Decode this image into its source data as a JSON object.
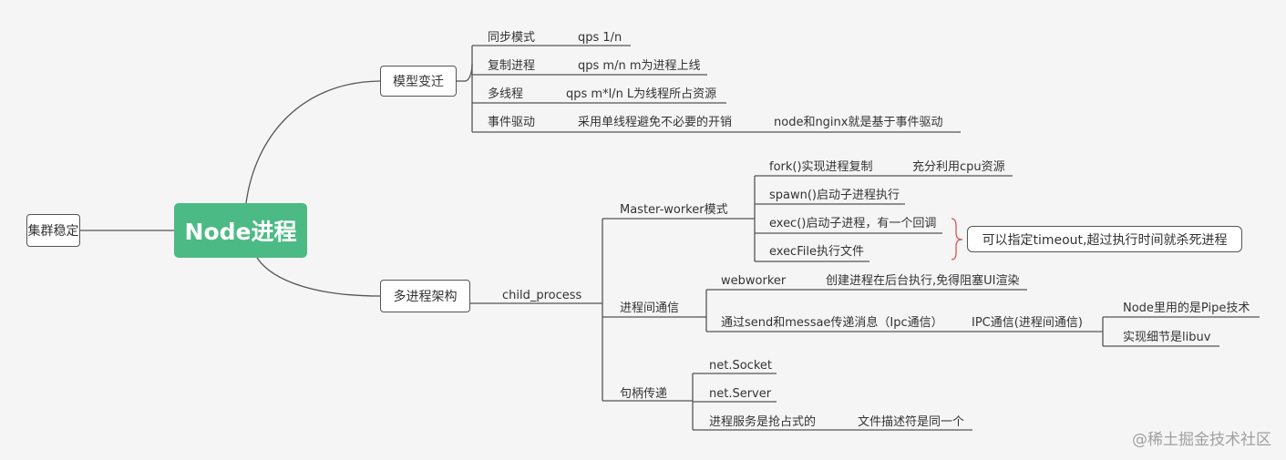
{
  "root": "Node进程",
  "left": "集群稳定",
  "branch1": {
    "title": "模型变迁",
    "items": [
      {
        "label": "同步模式",
        "value": "qps 1/n"
      },
      {
        "label": "复制进程",
        "value": "qps m/n m为进程上线"
      },
      {
        "label": "多线程",
        "value": "qps m*l/n  L为线程所占资源"
      },
      {
        "label": "事件驱动",
        "value": "采用单线程避免不必要的开销",
        "extra": "node和nginx就是基于事件驱动"
      }
    ]
  },
  "branch2": {
    "title": "多进程架构",
    "sub": "child_process",
    "master": {
      "title": "Master-worker模式",
      "items": [
        {
          "label": "fork()实现进程复制",
          "value": "充分利用cpu资源"
        },
        {
          "label": "spawn()启动子进程执行"
        },
        {
          "label": "exec()启动子进程，有一个回调"
        },
        {
          "label": "execFile执行文件"
        }
      ],
      "note": "可以指定timeout,超过执行时间就杀死进程"
    },
    "ipc": {
      "title": "进程间通信",
      "webworker": "webworker",
      "webworker_note": "创建进程在后台执行,免得阻塞UI渲染",
      "send": "通过send和messae传递消息（Ipc通信）",
      "ipc_label": "IPC通信(进程间通信)",
      "ipc_items": [
        "Node里用的是Pipe技术",
        "实现细节是libuv"
      ]
    },
    "handle": {
      "title": "句柄传递",
      "items": [
        "net.Socket",
        "net.Server"
      ],
      "service": "进程服务是抢占式的",
      "service_note": "文件描述符是同一个"
    }
  },
  "watermark": "@稀土掘金技术社区"
}
